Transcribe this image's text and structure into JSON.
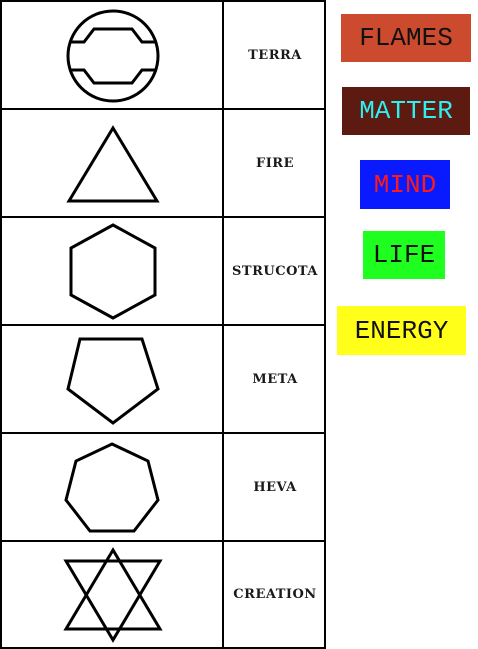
{
  "elements": [
    {
      "name": "TERRA",
      "symbol": "circle-with-bars-icon"
    },
    {
      "name": "FIRE",
      "symbol": "triangle-icon"
    },
    {
      "name": "STRUCOTA",
      "symbol": "hexagon-icon"
    },
    {
      "name": "META",
      "symbol": "pentagon-icon"
    },
    {
      "name": "HEVA",
      "symbol": "heptagon-icon"
    },
    {
      "name": "CREATION",
      "symbol": "star-of-david-icon"
    }
  ],
  "labels": [
    {
      "text": "FLAMES",
      "bg": "#cc4a2e",
      "fg": "#111111"
    },
    {
      "text": "MATTER",
      "bg": "#5c1a10",
      "fg": "#2ef0f0"
    },
    {
      "text": "MIND",
      "bg": "#0a1aff",
      "fg": "#ff1a1a"
    },
    {
      "text": "LIFE",
      "bg": "#1fff1f",
      "fg": "#111111"
    },
    {
      "text": "ENERGY",
      "bg": "#ffff1a",
      "fg": "#111111"
    }
  ]
}
